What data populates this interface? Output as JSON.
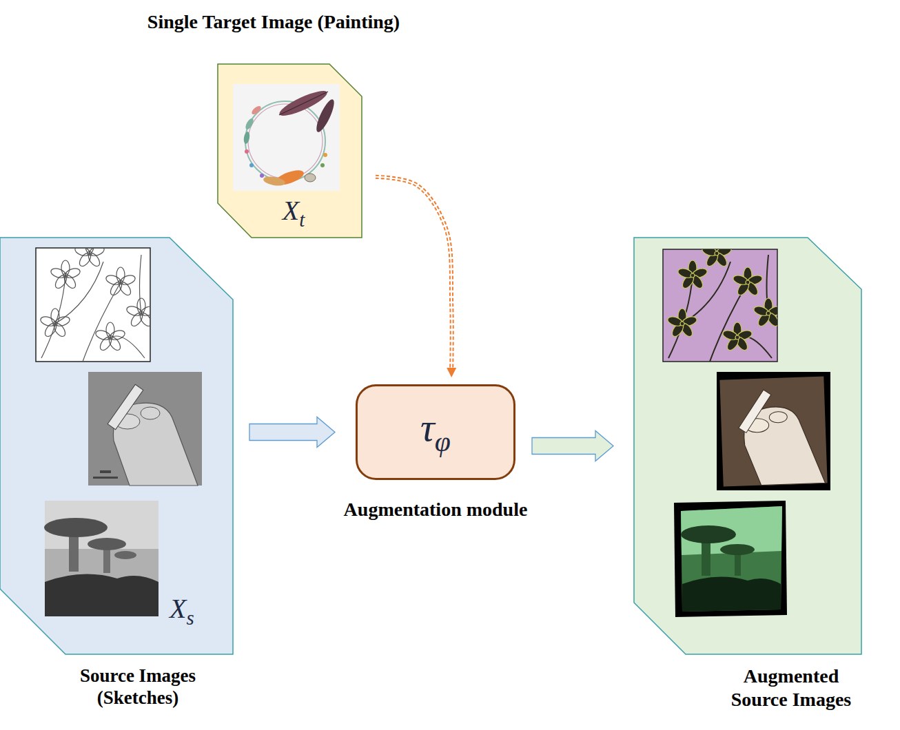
{
  "diagram": {
    "nodes": [
      {
        "text": [
          "Single Target Image (Painting)",
          "Xt"
        ]
      },
      {
        "text": [
          "Xs",
          "Source Images (Sketches)"
        ]
      },
      {
        "text": [
          "τφ",
          "Augmentation module"
        ]
      },
      {
        "text": [
          "Augmented Source Images"
        ]
      }
    ],
    "edges": [
      {
        "from": 1,
        "to": 2,
        "arrow": "to"
      },
      {
        "from": 2,
        "to": 3,
        "arrow": "to"
      },
      {
        "from": 0,
        "to": 2,
        "arrow": "to"
      }
    ]
  }
}
